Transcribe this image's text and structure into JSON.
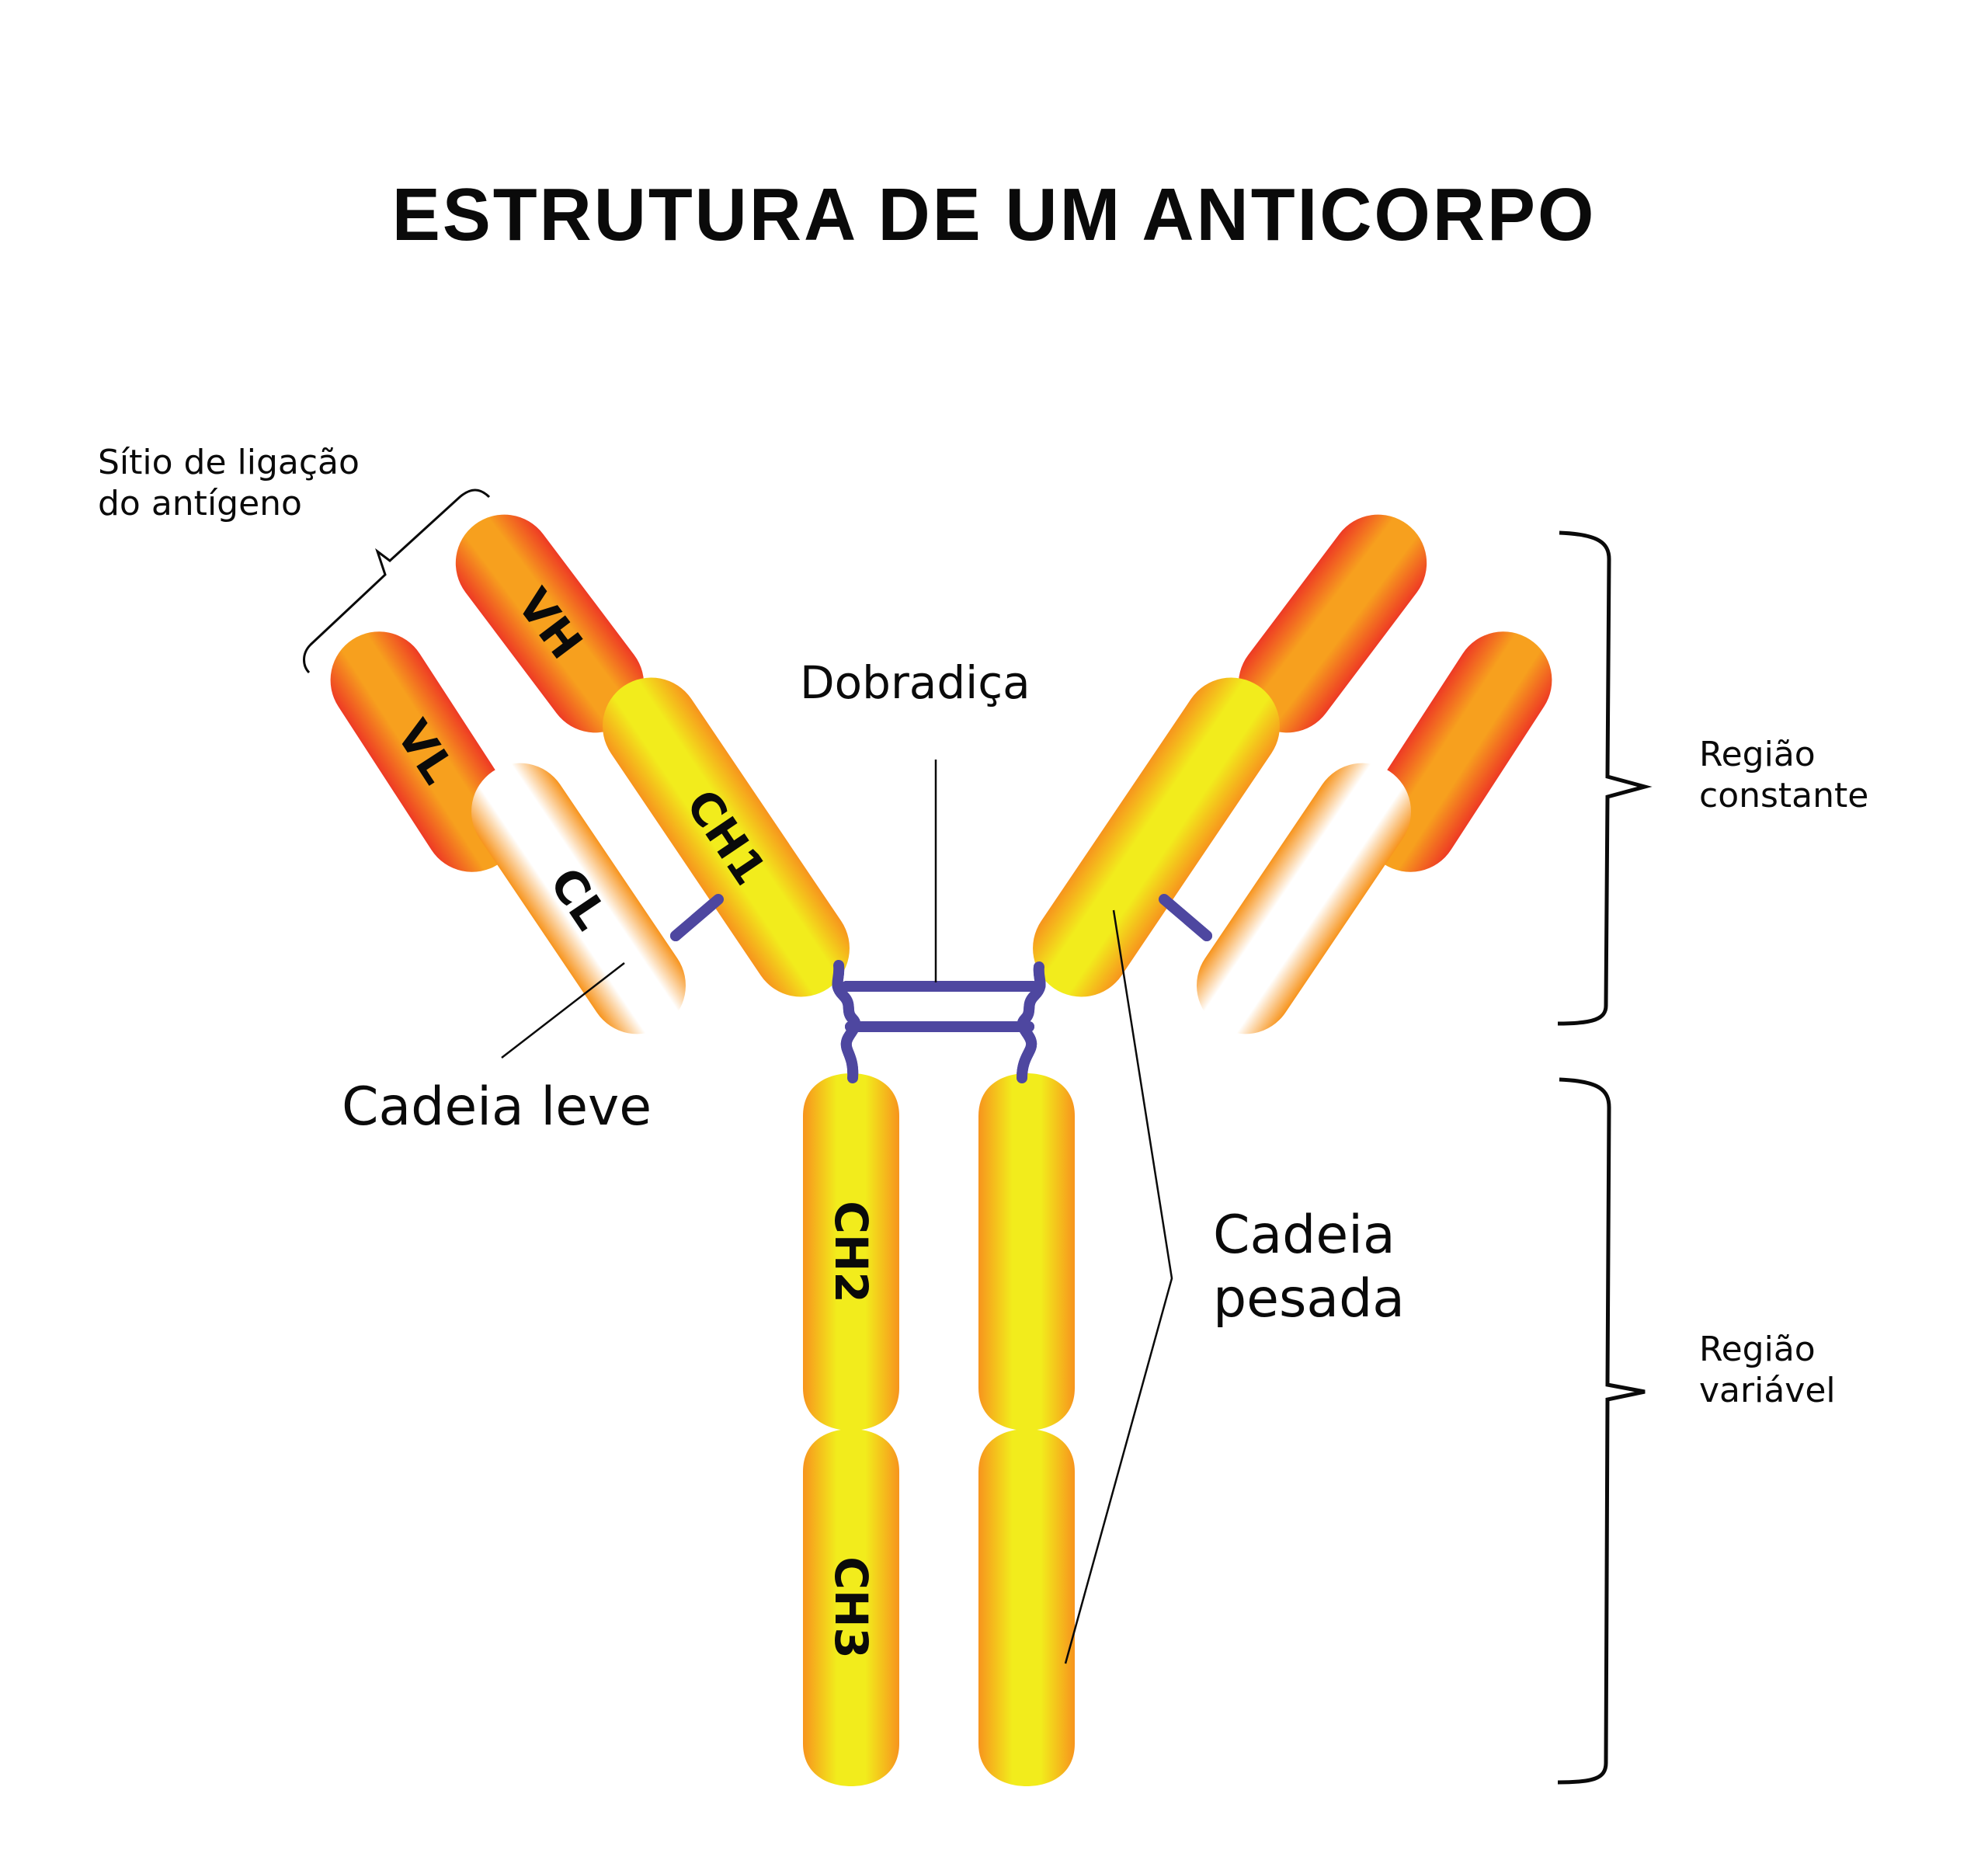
{
  "title": "ESTRUTURA DE UM ANTICORPO",
  "labels": {
    "antigen_site": [
      "Sítio de ligação",
      "do antígeno"
    ],
    "hinge": "Dobradiça",
    "light_chain": "Cadeia leve",
    "heavy_chain": [
      "Cadeia",
      "pesada"
    ],
    "constant_region": [
      "Região",
      "constante"
    ],
    "variable_region": [
      "Região",
      "variável"
    ]
  },
  "segments": {
    "VH": "VH",
    "VL": "VL",
    "CH1": "CH1",
    "CL": "CL",
    "CH2": "CH2",
    "CH3": "CH3"
  },
  "colors": {
    "variable_edge": "#ee3a24",
    "variable_core": "#f7a01e",
    "constant_edge": "#f7941d",
    "constant_core": "#f2ec1c",
    "light_edge": "#f7941d",
    "light_core": "#ffffff",
    "disulfide": "#4e47a0",
    "ink": "#0a0a0a"
  }
}
